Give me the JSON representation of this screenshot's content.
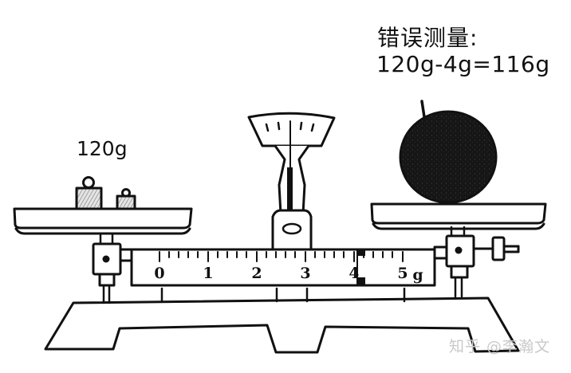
{
  "diagram": {
    "title": "错误测量:",
    "equation": "120g-4g=116g",
    "left_pan_label": "120g",
    "watermark": "知乎 @李瀚文",
    "beam_scale": {
      "ticks": [
        "0",
        "1",
        "2",
        "3",
        "4",
        "5"
      ],
      "unit": "g",
      "rider_position": "4"
    },
    "parts": {
      "left_pan": "weights (two masses)",
      "right_pan": "object being weighed",
      "pointer": "dial with pointer",
      "base": "balance base"
    },
    "colors": {
      "ink": "#111111",
      "object": "#1a1a1a",
      "weight_fill": "#bdbdbd",
      "watermark": "#c9c9c9"
    }
  }
}
